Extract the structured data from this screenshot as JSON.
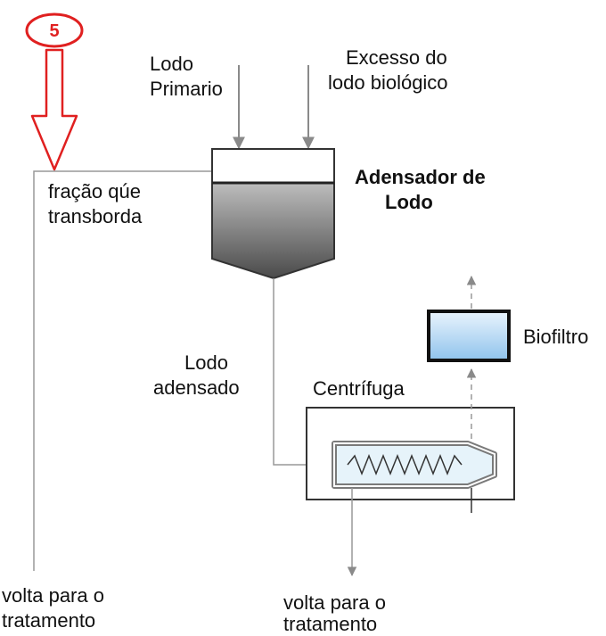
{
  "step_number": "5",
  "labels": {
    "primary_sludge": [
      "Lodo",
      "Primario"
    ],
    "excess_sludge": [
      "Excesso do",
      "lodo biológico"
    ],
    "thickener": [
      "Adensador de",
      "Lodo"
    ],
    "overflow": [
      "fração qúe",
      "transborda"
    ],
    "thickened_sludge": [
      "Lodo",
      "adensado"
    ],
    "centrifuge": "Centrífuga",
    "biofilter": "Biofiltro",
    "return_left": [
      "volta para o",
      "tratamento"
    ],
    "return_center": [
      "volta para o",
      "tratamento"
    ]
  },
  "colors": {
    "badge_red": "#e02020",
    "line_gray": "#999999",
    "arrow_gray": "#8a8a8a",
    "tank_fill_dark": "#4a4a4a",
    "tank_fill_light": "#bdbdbd",
    "biofilter_top": "#eaf4fd",
    "biofilter_bottom": "#8fc3ec",
    "centrifuge_glow": "#e6f3fa"
  }
}
